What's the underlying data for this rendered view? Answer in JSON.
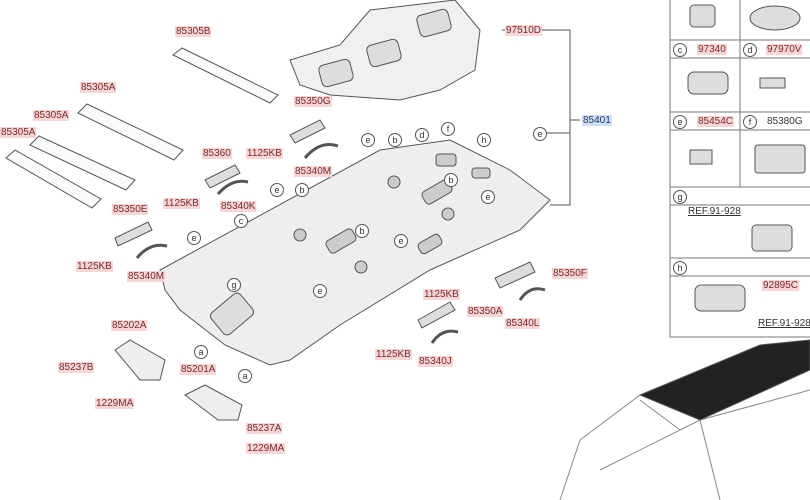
{
  "parts": {
    "p85305B": "85305B",
    "p85305A_1": "85305A",
    "p85305A_2": "85305A",
    "p85305A_3": "85305A",
    "p85360": "85360",
    "p85350G": "85350G",
    "p1125KB_1": "1125KB",
    "p85340M_1": "85340M",
    "p1125KB_2": "1125KB",
    "p85340K": "85340K",
    "p85350E": "85350E",
    "p1125KB_3": "1125KB",
    "p85340M_2": "85340M",
    "p97510D": "97510D",
    "p85401": "85401",
    "p85350F": "85350F",
    "p1125KB_4": "1125KB",
    "p85350A": "85350A",
    "p85340L": "85340L",
    "p1125KB_5": "1125KB",
    "p85340J": "85340J",
    "p85202A": "85202A",
    "p85237B": "85237B",
    "p1229MA_1": "1229MA",
    "p85201A": "85201A",
    "p85237A": "85237A",
    "p1229MA_2": "1229MA"
  },
  "callouts": [
    "e",
    "b",
    "d",
    "f",
    "h",
    "e",
    "e",
    "b",
    "c",
    "b",
    "b",
    "e",
    "e",
    "e",
    "g",
    "e",
    "a",
    "a"
  ],
  "legend": {
    "c": {
      "letter": "c",
      "part": "97340"
    },
    "d": {
      "letter": "d",
      "part": "97970V"
    },
    "e": {
      "letter": "e",
      "part": "85454C"
    },
    "f": {
      "letter": "f",
      "part": "85380G"
    },
    "g": {
      "letter": "g",
      "ref": "REF.91-928"
    },
    "h": {
      "letter": "h",
      "part": "92895C",
      "ref": "REF.91-928"
    }
  }
}
